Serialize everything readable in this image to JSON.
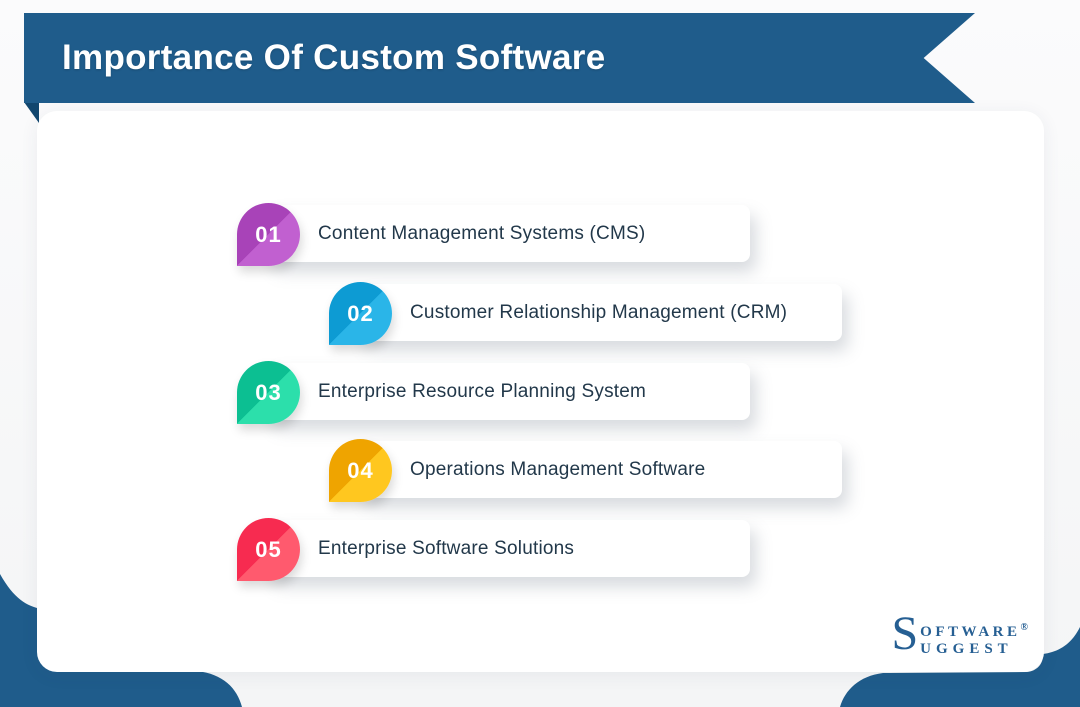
{
  "banner": {
    "title": "Importance Of Custom Software"
  },
  "items": [
    {
      "number": "01",
      "label": "Content Management Systems (CMS)",
      "color_dark": "#a843b8",
      "color_light": "#c160d0"
    },
    {
      "number": "02",
      "label": "Customer Relationship Management (CRM)",
      "color_dark": "#0d9bd3",
      "color_light": "#2ab5e8"
    },
    {
      "number": "03",
      "label": "Enterprise Resource Planning System",
      "color_dark": "#0cbf92",
      "color_light": "#2cdfab"
    },
    {
      "number": "04",
      "label": "Operations Management Software",
      "color_dark": "#efa400",
      "color_light": "#ffc71f"
    },
    {
      "number": "05",
      "label": "Enterprise Software Solutions",
      "color_dark": "#f72b50",
      "color_light": "#ff5a6e"
    }
  ],
  "logo": {
    "s": "S",
    "line1": "OFTWARE",
    "line2": "UGGEST",
    "reg": "®",
    "color": "#265f93"
  },
  "colors": {
    "banner_blue": "#1f5c8b",
    "banner_fold": "#11466e",
    "frame_blue": "#1f5c8b",
    "item_text": "#22384a"
  }
}
